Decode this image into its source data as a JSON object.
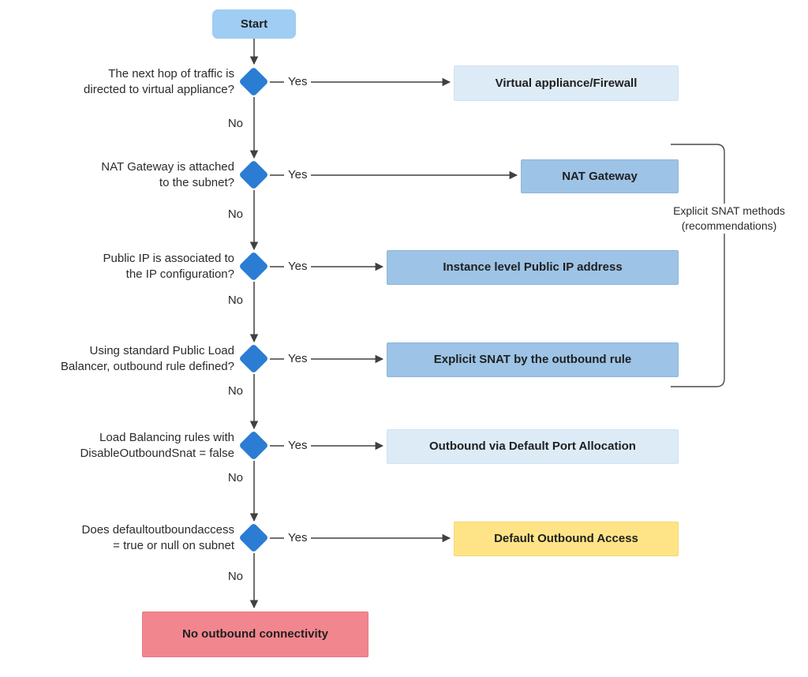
{
  "diagram": {
    "start_label": "Start",
    "yes_label": "Yes",
    "no_label": "No",
    "decisions": [
      {
        "question_line1": "The next hop of traffic is",
        "question_line2": "directed to virtual appliance?",
        "result": "Virtual appliance/Firewall"
      },
      {
        "question_line1": "NAT Gateway is attached",
        "question_line2": "to the subnet?",
        "result": "NAT Gateway"
      },
      {
        "question_line1": "Public IP is associated to",
        "question_line2": "the IP configuration?",
        "result": "Instance level Public IP address"
      },
      {
        "question_line1": "Using standard Public Load",
        "question_line2": "Balancer, outbound rule defined?",
        "result": "Explicit SNAT by the outbound rule"
      },
      {
        "question_line1": "Load Balancing rules with",
        "question_line2": "DisableOutboundSnat = false",
        "result": "Outbound via Default Port Allocation"
      },
      {
        "question_line1": "Does defaultoutboundaccess",
        "question_line2": "= true or null on subnet",
        "result": "Default Outbound Access"
      }
    ],
    "final_result": "No outbound connectivity",
    "bracket_label_line1": "Explicit SNAT methods",
    "bracket_label_line2": "(recommendations)",
    "colors": {
      "start_box": "#9fcdf3",
      "diamond": "#2b7cd3",
      "result_light_blue": "#ddebf7",
      "result_medium_blue": "#9dc3e6",
      "result_yellow": "#ffe487",
      "result_red": "#f2868e",
      "connector": "#404040"
    }
  }
}
